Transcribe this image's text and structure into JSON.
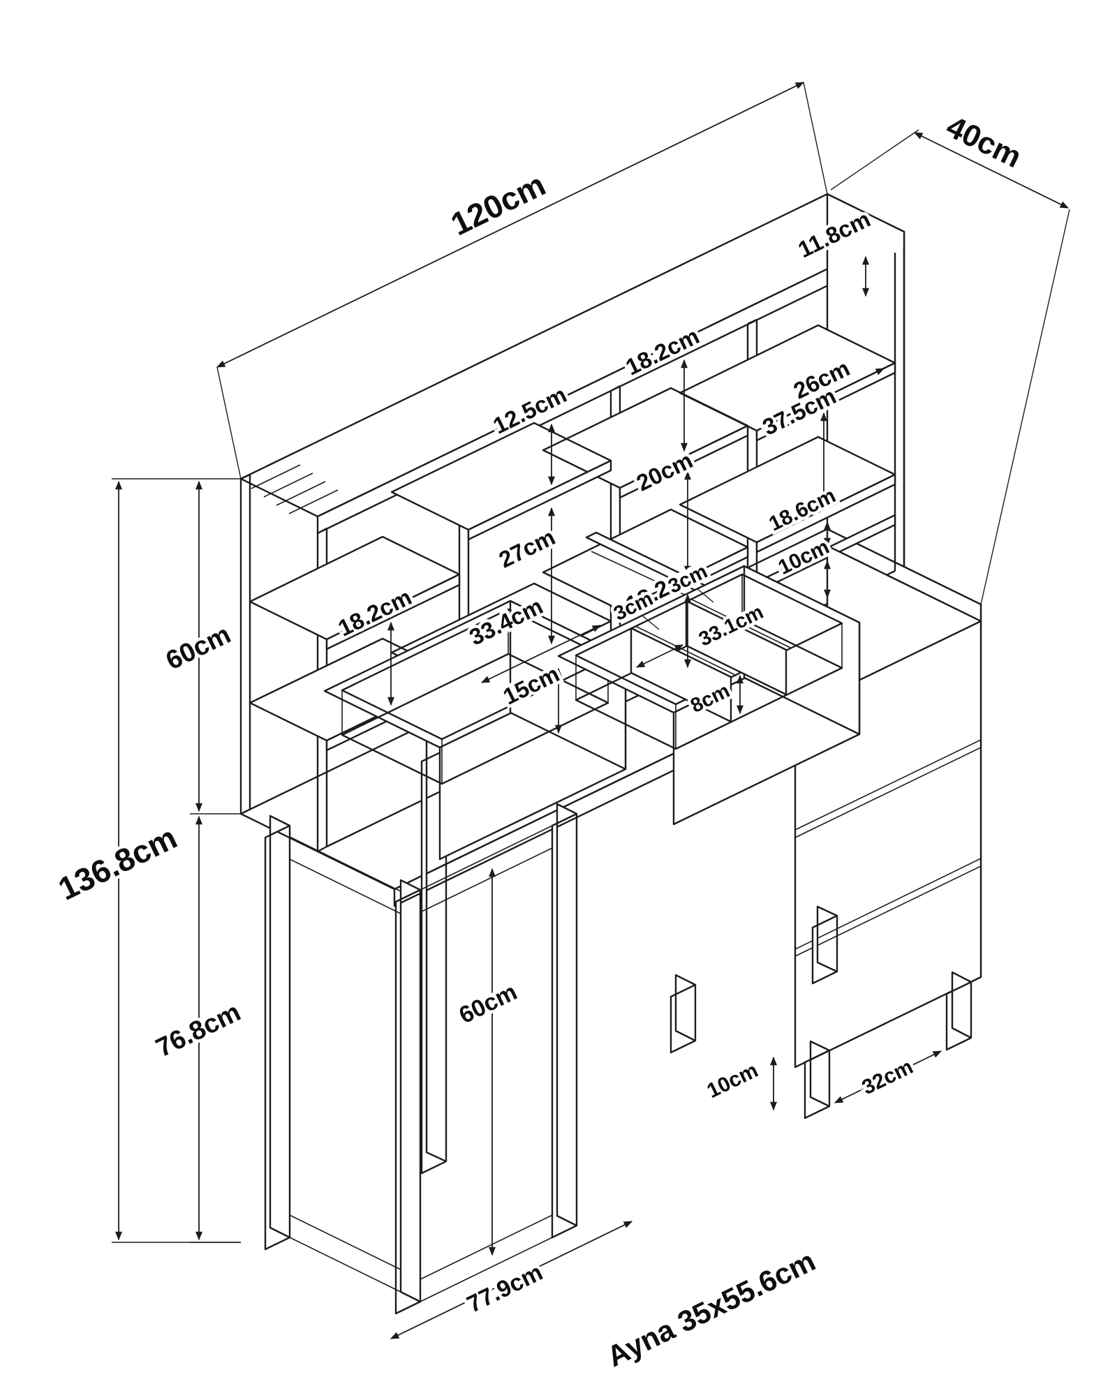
{
  "colors": {
    "background": "#ffffff",
    "line": "#1c1c1c",
    "text": "#0e0e0e"
  },
  "drawing": {
    "overall": {
      "width": "120cm",
      "depth": "40cm",
      "height": "136.8cm"
    },
    "hutch": {
      "height": "60cm",
      "top_gap": "11.8cm",
      "col1_gap": "18.2cm",
      "col2_gap_top": "12.5cm",
      "col2_gap_mid": "27cm",
      "col2_shelf_width": "33.4cm",
      "col2_gap_bottom": "15cm",
      "col3_gap_top": "18.2cm",
      "col3_gap_mid": "20cm",
      "col3_gap_bottom": "18.2cm",
      "right_shelf_width": "26cm",
      "right_gap_upper": "37.5cm",
      "right_gap_mid": "18.6cm",
      "right_gap_bottom": "10cm"
    },
    "desk": {
      "height": "76.8cm",
      "opening_height": "60cm",
      "leg_height": "10cm",
      "leg_spacing": "32cm",
      "base_width": "77.9cm"
    },
    "drawer": {
      "divider_thickness_a": "3cm",
      "divider_thickness_b": "3cm",
      "compartment_width": "33.1cm",
      "inner_height": "8cm"
    },
    "note_mirror": "Ayna 35x55.6cm"
  }
}
